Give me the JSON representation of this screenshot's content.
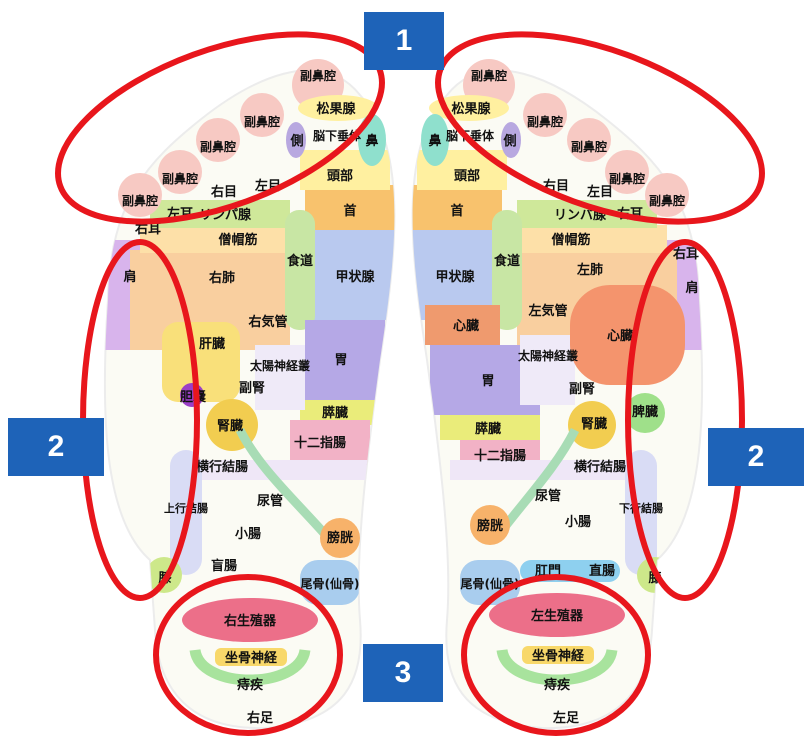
{
  "markers": [
    {
      "id": "b1",
      "label": "1"
    },
    {
      "id": "b2l",
      "label": "2"
    },
    {
      "id": "b2r",
      "label": "2"
    },
    {
      "id": "b3",
      "label": "3"
    }
  ],
  "highlight_color": "#e8161c",
  "badge_color": "#1e63b8",
  "right_foot": {
    "caption": "右足",
    "zones": {
      "fukubikuu": "副鼻腔",
      "shoukasen": "松果腺",
      "nouka": "脳下垂体",
      "gawa": "側",
      "hana": "鼻",
      "toubu": "頭部",
      "me": "右目",
      "me2": "左目",
      "mimi": "左耳",
      "mimi2": "右耳",
      "kubi": "首",
      "lymph": "リンパ腺",
      "soubou": "僧帽筋",
      "shokudou": "食道",
      "koujou": "甲状腺",
      "kata": "肩",
      "hai": "右肺",
      "kikan": "右気管",
      "kanzou": "肝臓",
      "taiyou": "太陽神経叢",
      "i": "胃",
      "tannou": "胆嚢",
      "fukujin": "副腎",
      "jinzou": "腎臓",
      "suizou": "膵臓",
      "juunishi": "十二指腸",
      "oukou": "横行結腸",
      "joukou": "上行結腸",
      "nyoukan": "尿管",
      "boukou": "膀胱",
      "shouchou": "小腸",
      "mouchou": "盲腸",
      "hiza": "膝",
      "bikotsu": "尾骨(仙骨)",
      "seishoku": "右生殖器",
      "zakotsu": "坐骨神経",
      "jishitsu": "痔疾"
    }
  },
  "left_foot": {
    "caption": "左足",
    "zones": {
      "fukubikuu": "副鼻腔",
      "shoukasen": "松果腺",
      "nouka": "脳下垂体",
      "gawa": "側",
      "hana": "鼻",
      "toubu": "頭部",
      "me": "右目",
      "me2": "左目",
      "mimi": "右耳",
      "mimi2": "右耳",
      "kubi": "首",
      "lymph": "リンパ腺",
      "soubou": "僧帽筋",
      "koujou": "甲状腺",
      "shokudou": "食道",
      "kata": "肩",
      "hai": "左肺",
      "kikan": "左気管",
      "shinzou": "心臓",
      "taiyou": "太陽神経叢",
      "i": "胃",
      "fukujin": "副腎",
      "jinzou": "腎臓",
      "hizou": "脾臓",
      "suizou": "膵臓",
      "juunishi": "十二指腸",
      "oukou": "横行結腸",
      "kakou": "下行結腸",
      "nyoukan": "尿管",
      "boukou": "膀胱",
      "shouchou": "小腸",
      "koumon": "肛門",
      "chokuchou": "直腸",
      "hiza": "膝",
      "bikotsu": "尾骨(仙骨)",
      "seishoku": "左生殖器",
      "zakotsu": "坐骨神経",
      "jishitsu": "痔疾"
    }
  }
}
